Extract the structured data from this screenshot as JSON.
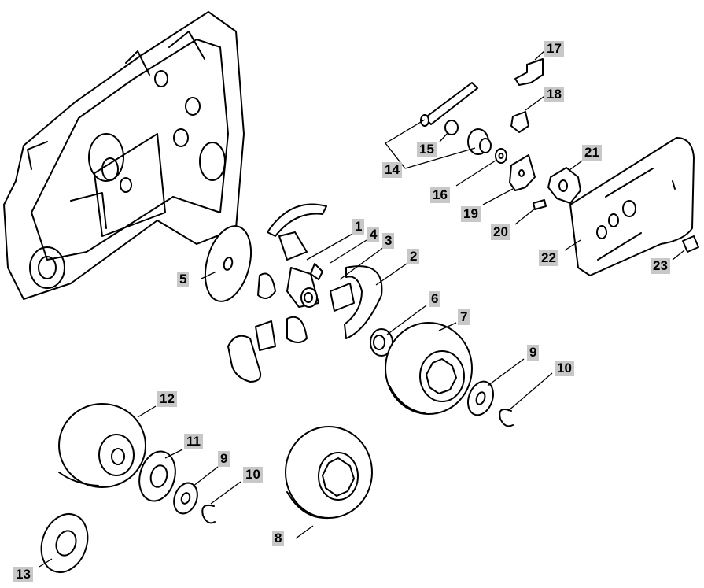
{
  "diagram": {
    "colors": {
      "line": "#000000",
      "label_bg": "#c8c8c8",
      "shade": "#000000",
      "background": "#ffffff"
    },
    "callouts": [
      {
        "id": "c1",
        "text": "1"
      },
      {
        "id": "c2",
        "text": "2"
      },
      {
        "id": "c3",
        "text": "3"
      },
      {
        "id": "c4",
        "text": "4"
      },
      {
        "id": "c5",
        "text": "5"
      },
      {
        "id": "c6",
        "text": "6"
      },
      {
        "id": "c7",
        "text": "7"
      },
      {
        "id": "c8",
        "text": "8"
      },
      {
        "id": "c9a",
        "text": "9"
      },
      {
        "id": "c9b",
        "text": "9"
      },
      {
        "id": "c10a",
        "text": "10"
      },
      {
        "id": "c10b",
        "text": "10"
      },
      {
        "id": "c11",
        "text": "11"
      },
      {
        "id": "c12",
        "text": "12"
      },
      {
        "id": "c13",
        "text": "13"
      },
      {
        "id": "c14",
        "text": "14"
      },
      {
        "id": "c15",
        "text": "15"
      },
      {
        "id": "c16",
        "text": "16"
      },
      {
        "id": "c17",
        "text": "17"
      },
      {
        "id": "c18",
        "text": "18"
      },
      {
        "id": "c19",
        "text": "19"
      },
      {
        "id": "c20",
        "text": "20"
      },
      {
        "id": "c21",
        "text": "21"
      },
      {
        "id": "c22",
        "text": "22"
      },
      {
        "id": "c23",
        "text": "23"
      }
    ]
  }
}
